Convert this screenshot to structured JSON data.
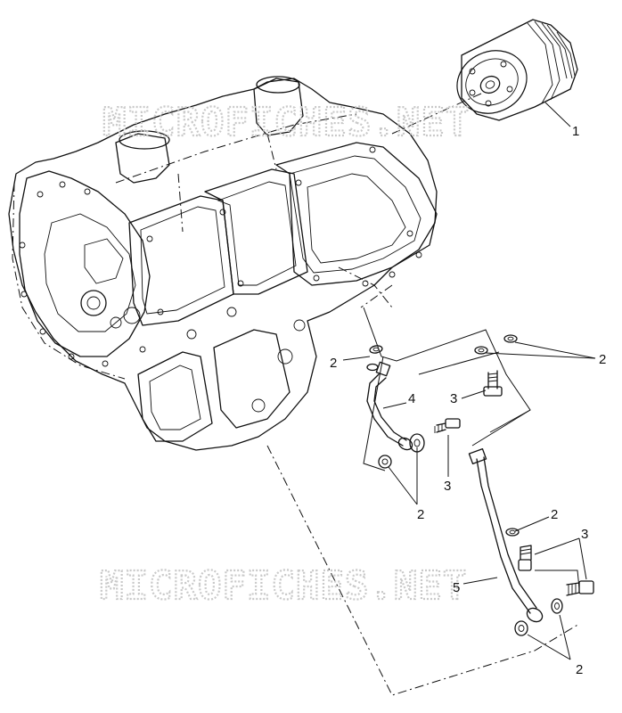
{
  "watermark": {
    "text": "MICROFICHES.NET"
  },
  "callouts": {
    "oil_filter": "1",
    "sealing_washer_a": "2",
    "sealing_washer_b": "2",
    "sealing_washer_c": "2",
    "sealing_washer_d": "2",
    "sealing_washer_e": "2",
    "banjo_bolt_a": "3",
    "banjo_bolt_b": "3",
    "banjo_bolt_c": "3",
    "oil_pipe_upper": "4",
    "oil_pipe_lower": "5"
  }
}
